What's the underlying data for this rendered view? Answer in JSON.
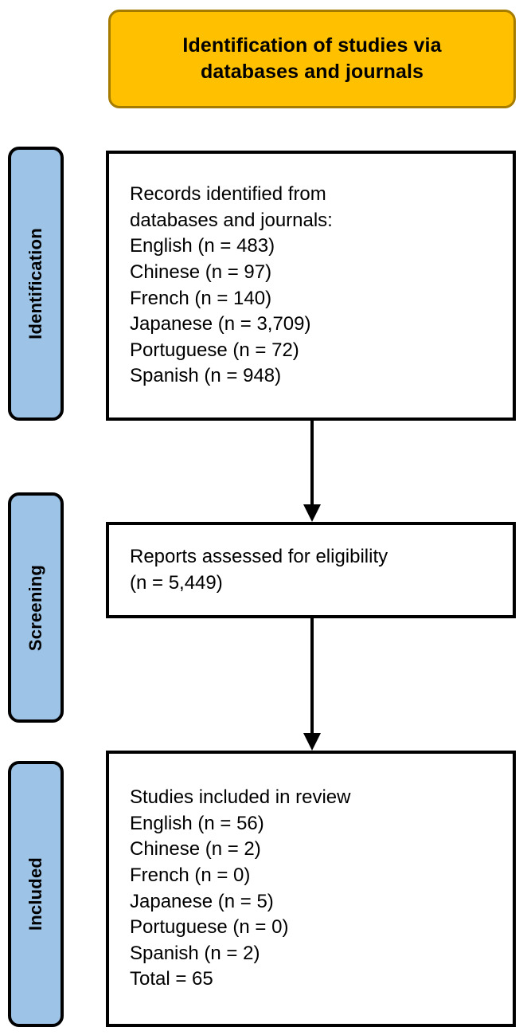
{
  "diagram": {
    "type": "prisma-flow-diagram",
    "colors": {
      "header_fill": "#FFC000",
      "header_border": "#A67C00",
      "stage_tab_fill": "#9DC3E6",
      "box_border": "#000000",
      "box_fill": "#FFFFFF",
      "text": "#000000"
    },
    "header": {
      "title": "Identification of studies via databases and journals"
    },
    "stages": [
      {
        "id": "identification",
        "label": "Identification"
      },
      {
        "id": "screening",
        "label": "Screening"
      },
      {
        "id": "included",
        "label": "Included"
      }
    ],
    "boxes": [
      {
        "id": "identification",
        "lines": [
          "Records identified from",
          "databases and journals:",
          "English (n = 483)",
          "Chinese (n = 97)",
          "French (n = 140)",
          "Japanese (n = 3,709)",
          "Portuguese (n = 72)",
          "Spanish (n = 948)"
        ]
      },
      {
        "id": "screening",
        "lines": [
          "Reports assessed for eligibility",
          "(n = 5,449)"
        ]
      },
      {
        "id": "included",
        "lines": [
          "Studies included in review",
          "English (n = 56)",
          "Chinese (n = 2)",
          "French (n = 0)",
          "Japanese (n = 5)",
          "Portuguese (n = 0)",
          "Spanish (n = 2)",
          "Total = 65"
        ]
      }
    ],
    "arrows": [
      {
        "id": "identification-to-screening",
        "from": "identification",
        "to": "screening",
        "direction": "down"
      },
      {
        "id": "screening-to-included",
        "from": "screening",
        "to": "included",
        "direction": "down"
      }
    ],
    "counts": {
      "identified": {
        "English": 483,
        "Chinese": 97,
        "French": 140,
        "Japanese": 3709,
        "Portuguese": 72,
        "Spanish": 948
      },
      "assessed_for_eligibility": 5449,
      "included": {
        "English": 56,
        "Chinese": 2,
        "French": 0,
        "Japanese": 5,
        "Portuguese": 0,
        "Spanish": 2,
        "Total": 65
      }
    }
  }
}
